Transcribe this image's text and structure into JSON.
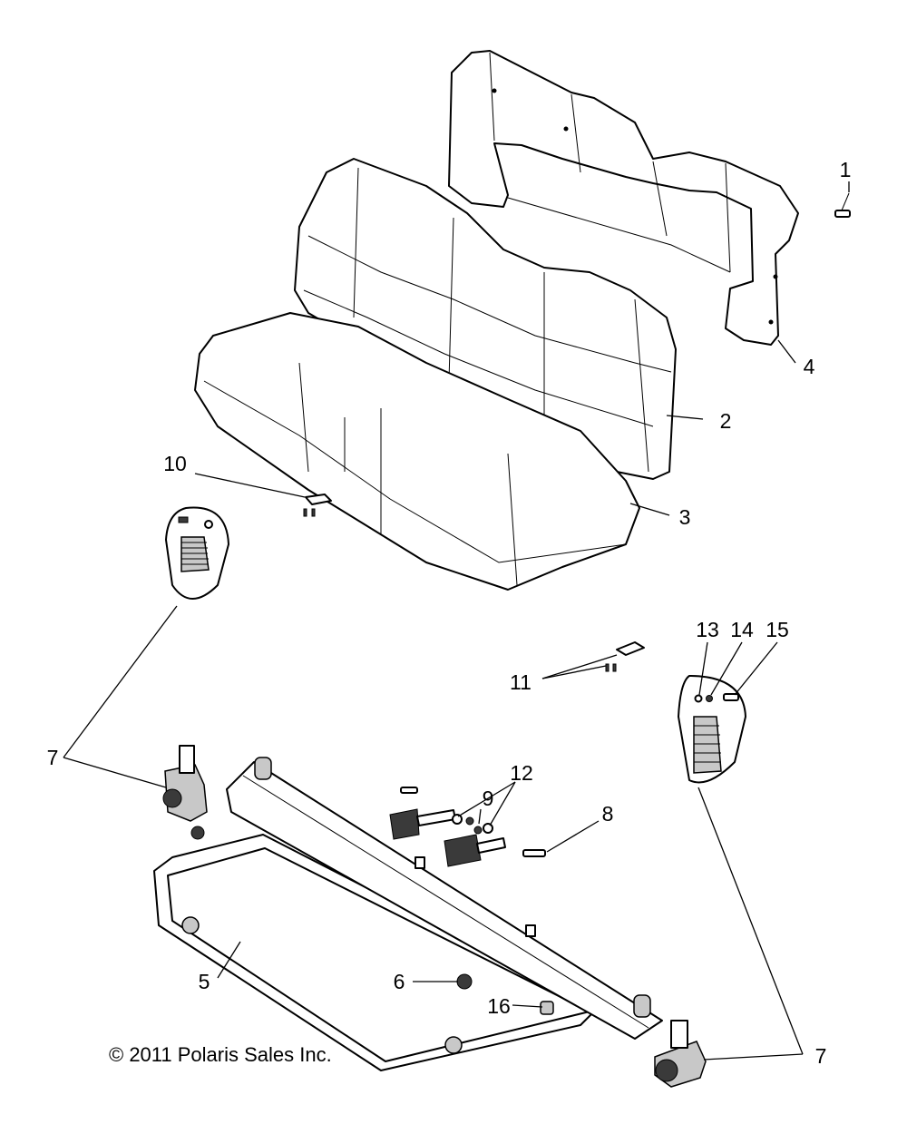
{
  "callouts": {
    "c1": "1",
    "c2": "2",
    "c3": "3",
    "c4": "4",
    "c5": "5",
    "c6": "6",
    "c7_left": "7",
    "c7_right": "7",
    "c8": "8",
    "c9": "9",
    "c10": "10",
    "c11": "11",
    "c12": "12",
    "c13": "13",
    "c14": "14",
    "c15": "15",
    "c16": "16"
  },
  "copyright": "© 2011 Polaris Sales Inc."
}
